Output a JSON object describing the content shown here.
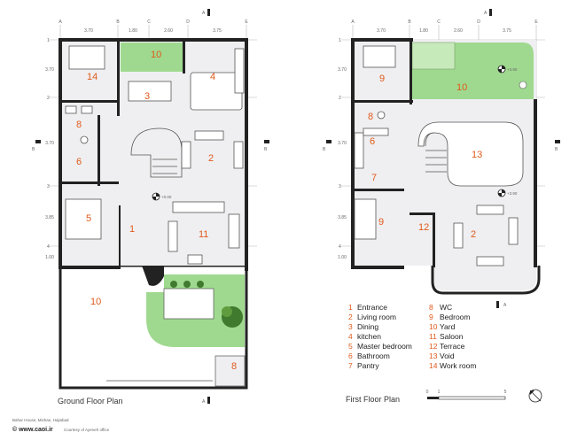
{
  "plans": {
    "ground": {
      "caption": "Ground Floor Plan"
    },
    "first": {
      "caption": "First Floor Plan"
    }
  },
  "legend": [
    {
      "num": "1",
      "label": "Entrance"
    },
    {
      "num": "2",
      "label": "Living room"
    },
    {
      "num": "3",
      "label": "Dining"
    },
    {
      "num": "4",
      "label": "kitchen"
    },
    {
      "num": "5",
      "label": "Master bedroom"
    },
    {
      "num": "6",
      "label": "Bathroom"
    },
    {
      "num": "7",
      "label": "Pantry"
    },
    {
      "num": "8",
      "label": "WC"
    },
    {
      "num": "9",
      "label": "Bedroom"
    },
    {
      "num": "10",
      "label": "Yard"
    },
    {
      "num": "11",
      "label": "Saloon"
    },
    {
      "num": "12",
      "label": "Terrace"
    },
    {
      "num": "13",
      "label": "Void"
    },
    {
      "num": "14",
      "label": "Work room"
    }
  ],
  "ground_rooms": [
    "14",
    "10",
    "3",
    "4",
    "8",
    "6",
    "2",
    "5",
    "1",
    "11",
    "10",
    "8"
  ],
  "first_rooms": [
    "9",
    "10",
    "8",
    "6",
    "13",
    "7",
    "9",
    "12",
    "2"
  ],
  "dims_top": [
    "3.70",
    "1.80",
    "2.60",
    "3.75"
  ],
  "dims_side": [
    "3.70",
    "3.70",
    "3.85",
    "1.00"
  ],
  "grid_cols": [
    "A",
    "B",
    "C",
    "D",
    "E"
  ],
  "grid_rows": [
    "1",
    "2",
    "3",
    "4"
  ],
  "levels": {
    "ground": "+0.00",
    "first_a": "+3.90",
    "first_b": "+3.90"
  },
  "section_mark": "A",
  "section_mark_b": "B",
  "scale": {
    "zero": "0",
    "one": "1",
    "five": "5"
  },
  "credits": {
    "project": "Bahar House, Mishan, Hajiabad",
    "site": "© www.caoi.ir",
    "courtesy": "Courtesy of Ayeneh office"
  },
  "colors": {
    "accent": "#e05a1c",
    "green": "#9fd98f",
    "room": "#efeff1"
  }
}
